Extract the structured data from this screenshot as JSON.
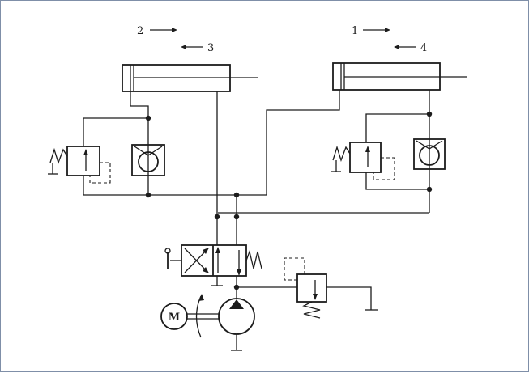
{
  "diagram": {
    "labels": {
      "arrow1": "1",
      "arrow2": "2",
      "arrow3": "3",
      "arrow4": "4",
      "motor": "M"
    }
  }
}
